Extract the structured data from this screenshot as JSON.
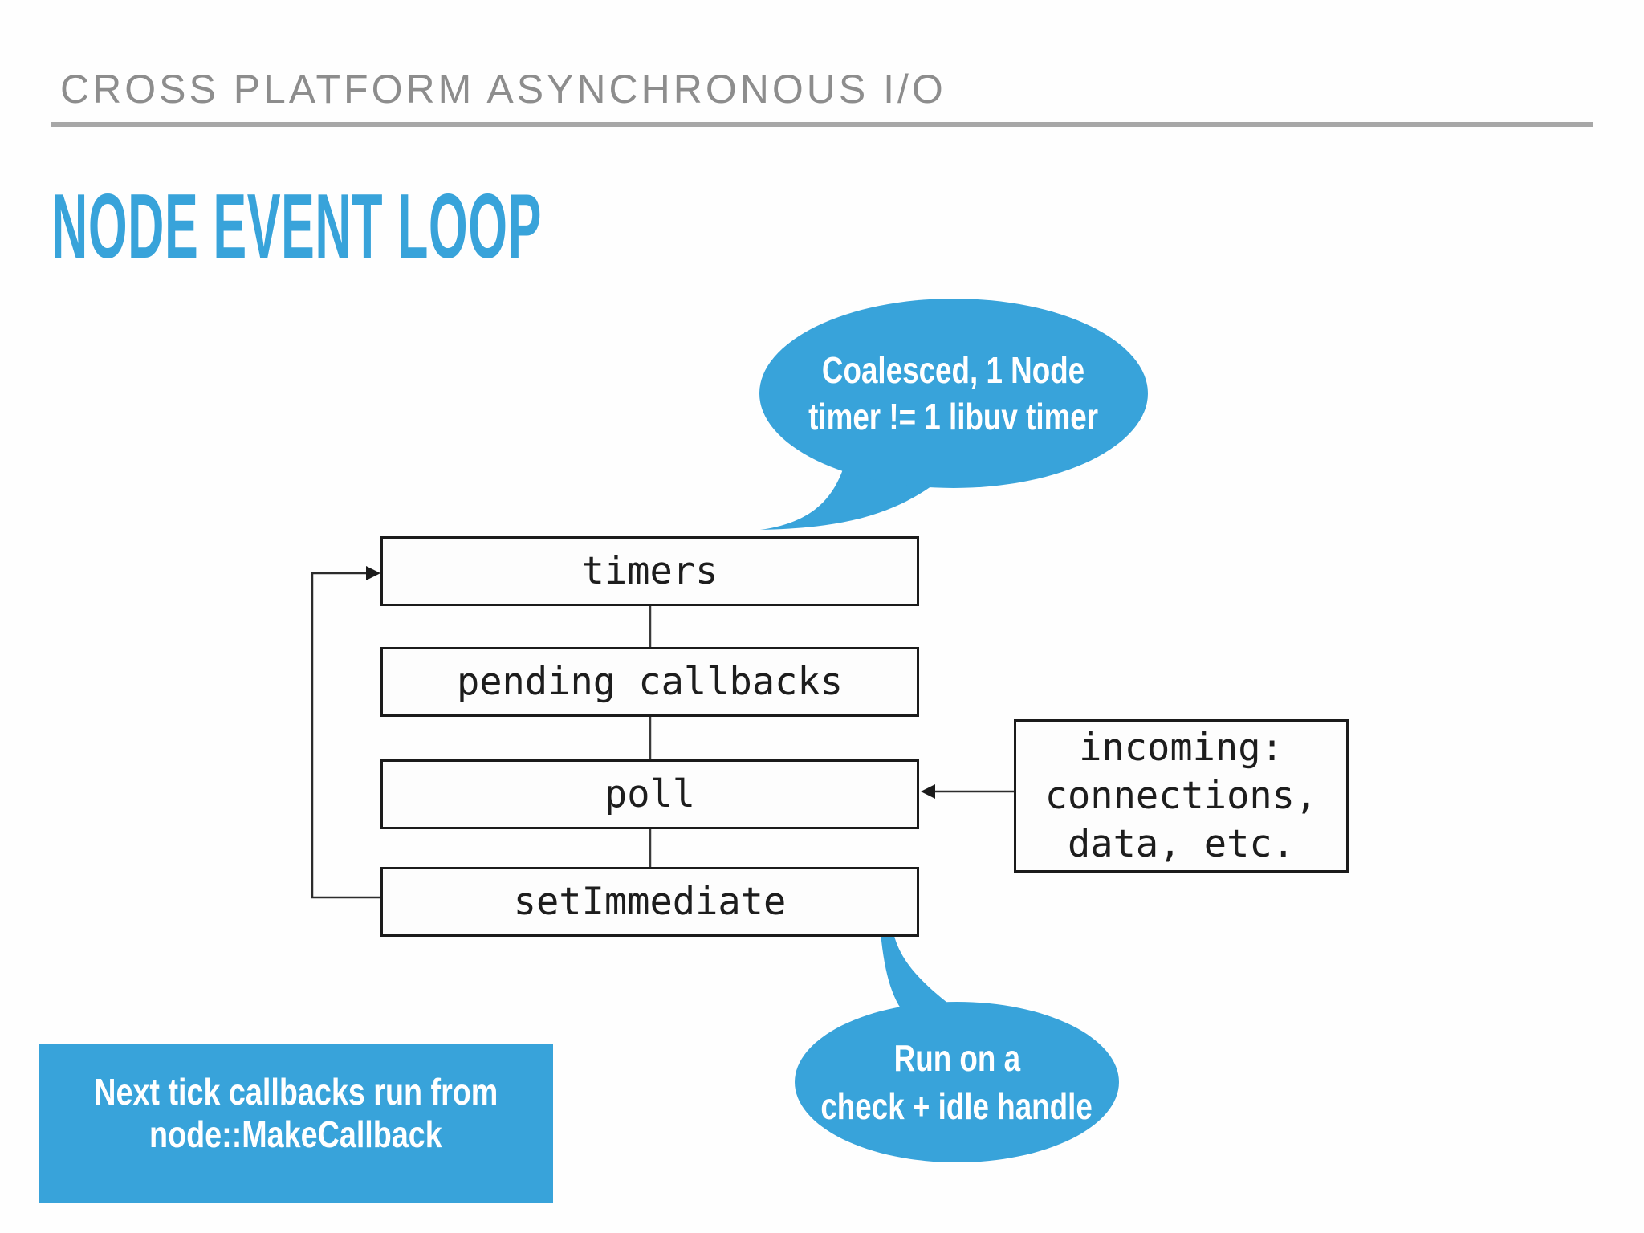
{
  "header": {
    "kicker": "CROSS PLATFORM ASYNCHRONOUS I/O",
    "title": "NODE EVENT LOOP"
  },
  "diagram": {
    "boxes": {
      "timers": "timers",
      "pending": "pending callbacks",
      "poll": "poll",
      "setimmediate": "setImmediate",
      "incoming": {
        "lines": [
          "incoming:",
          "connections,",
          "data, etc."
        ]
      }
    }
  },
  "callouts": {
    "coalesced": {
      "lines": [
        "Coalesced, 1 Node",
        "timer != 1 libuv timer"
      ]
    },
    "runon": {
      "lines": [
        "Run on a",
        "check + idle handle"
      ]
    },
    "note": {
      "lines": [
        "Next tick callbacks run from",
        "node::MakeCallback"
      ]
    }
  },
  "colors": {
    "accent_blue": "#38a3da",
    "header_gray": "#8d8d8d",
    "divider_gray": "#a7a7a7",
    "box_border": "#1b1b1b",
    "line_dark": "#3a3a3a"
  }
}
